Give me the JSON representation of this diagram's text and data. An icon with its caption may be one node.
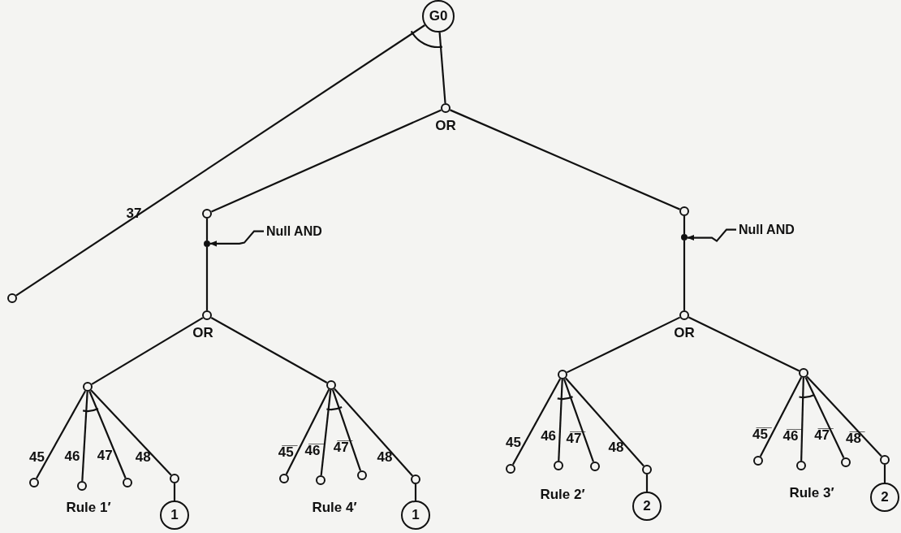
{
  "diagram": {
    "nodes": [
      {
        "text": [
          "G0"
        ]
      },
      {
        "text": [],
        "shape": "circle",
        "beside": [
          "OR"
        ]
      },
      {
        "text": [],
        "shape": "circle"
      },
      {
        "text": [],
        "shape": "circle"
      },
      {
        "text": [],
        "shape": "circle"
      },
      {
        "text": [],
        "shape": "circle"
      },
      {
        "text": [
          "Null AND"
        ]
      },
      {
        "text": [],
        "shape": "circle"
      },
      {
        "text": [
          "Null AND"
        ]
      },
      {
        "text": [],
        "shape": "circle",
        "beside": [
          "OR"
        ]
      },
      {
        "text": [],
        "shape": "circle",
        "beside": [
          "OR"
        ]
      },
      {
        "text": [],
        "shape": "circle"
      },
      {
        "text": [],
        "shape": "circle"
      },
      {
        "text": [],
        "shape": "circle"
      },
      {
        "text": [],
        "shape": "circle"
      },
      {
        "text": [],
        "shape": "circle"
      },
      {
        "text": [
          "1"
        ]
      },
      {
        "text": [],
        "shape": "circle"
      },
      {
        "text": [],
        "shape": "circle"
      },
      {
        "text": [],
        "shape": "circle"
      },
      {
        "text": [],
        "shape": "circle"
      },
      {
        "text": [],
        "shape": "circle"
      },
      {
        "text": [
          "1"
        ]
      },
      {
        "text": [],
        "shape": "circle"
      },
      {
        "text": [],
        "shape": "circle"
      },
      {
        "text": [],
        "shape": "circle"
      },
      {
        "text": [],
        "shape": "circle"
      },
      {
        "text": [],
        "shape": "circle"
      },
      {
        "text": [
          "2"
        ]
      },
      {
        "text": [],
        "shape": "circle"
      },
      {
        "text": [],
        "shape": "circle"
      },
      {
        "text": [],
        "shape": "circle"
      },
      {
        "text": [],
        "shape": "circle"
      },
      {
        "text": [],
        "shape": "circle"
      },
      {
        "text": [
          "2"
        ]
      }
    ],
    "edges": [
      {
        "from": 0,
        "to": 1,
        "arrow": "none"
      },
      {
        "from": 0,
        "to": 2,
        "arrow": "none",
        "label": "37"
      },
      {
        "from": 1,
        "to": 3,
        "arrow": "none"
      },
      {
        "from": 1,
        "to": 4,
        "arrow": "none"
      },
      {
        "from": 3,
        "to": 5,
        "arrow": "none"
      },
      {
        "from": 5,
        "to": 9,
        "arrow": "none"
      },
      {
        "from": 4,
        "to": 7,
        "arrow": "none"
      },
      {
        "from": 7,
        "to": 10,
        "arrow": "none"
      },
      {
        "from": 6,
        "to": 5,
        "arrow": "to"
      },
      {
        "from": 8,
        "to": 7,
        "arrow": "to"
      },
      {
        "from": 9,
        "to": 11,
        "arrow": "none"
      },
      {
        "from": 9,
        "to": 17,
        "arrow": "none"
      },
      {
        "from": 10,
        "to": 23,
        "arrow": "none"
      },
      {
        "from": 10,
        "to": 29,
        "arrow": "none"
      },
      {
        "from": 11,
        "to": 12,
        "arrow": "none",
        "label": "45"
      },
      {
        "from": 11,
        "to": 13,
        "arrow": "none",
        "label": "46"
      },
      {
        "from": 11,
        "to": 14,
        "arrow": "none",
        "label": "47"
      },
      {
        "from": 11,
        "to": 15,
        "arrow": "none",
        "label": "48"
      },
      {
        "from": 15,
        "to": 16,
        "arrow": "none"
      },
      {
        "from": 17,
        "to": 18,
        "arrow": "none",
        "label": "4̅5̅"
      },
      {
        "from": 17,
        "to": 19,
        "arrow": "none",
        "label": "4̅6̅"
      },
      {
        "from": 17,
        "to": 20,
        "arrow": "none",
        "label": "4̅7̅"
      },
      {
        "from": 17,
        "to": 21,
        "arrow": "none",
        "label": "48"
      },
      {
        "from": 21,
        "to": 22,
        "arrow": "none"
      },
      {
        "from": 23,
        "to": 24,
        "arrow": "none",
        "label": "45"
      },
      {
        "from": 23,
        "to": 25,
        "arrow": "none",
        "label": "46"
      },
      {
        "from": 23,
        "to": 26,
        "arrow": "none",
        "label": "4̅7̅"
      },
      {
        "from": 23,
        "to": 27,
        "arrow": "none",
        "label": "48"
      },
      {
        "from": 27,
        "to": 28,
        "arrow": "none"
      },
      {
        "from": 29,
        "to": 30,
        "arrow": "none",
        "label": "4̅5̅"
      },
      {
        "from": 29,
        "to": 31,
        "arrow": "none",
        "label": "4̅6̅"
      },
      {
        "from": 29,
        "to": 32,
        "arrow": "none",
        "label": "4̅7̅"
      },
      {
        "from": 29,
        "to": 33,
        "arrow": "none",
        "label": "4̅8̅"
      },
      {
        "from": 33,
        "to": 34,
        "arrow": "none"
      }
    ],
    "labels": [
      "Rule 1′",
      "Rule 4′",
      "Rule 2′",
      "Rule 3′"
    ]
  }
}
